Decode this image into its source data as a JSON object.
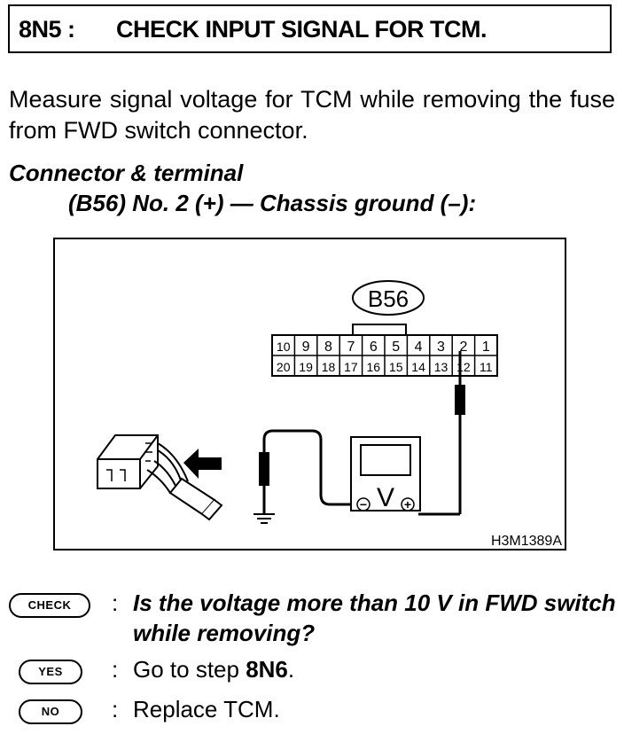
{
  "header": {
    "step_id": "8N5 :",
    "title": "CHECK INPUT SIGNAL FOR TCM."
  },
  "instruction": "Measure signal voltage for TCM while removing the fuse from FWD switch connector.",
  "connector": {
    "heading": "Connector & terminal",
    "detail": "(B56) No. 2 (+) — Chassis ground (–):"
  },
  "diagram": {
    "connector_label": "B56",
    "top_row_pins": [
      "10",
      "9",
      "8",
      "7",
      "6",
      "5",
      "4",
      "3",
      "2",
      "1"
    ],
    "bottom_row_pins": [
      "20",
      "19",
      "18",
      "17",
      "16",
      "15",
      "14",
      "13",
      "12",
      "11"
    ],
    "meter_symbol": "V",
    "minus_symbol": "−",
    "plus_symbol": "+",
    "figure_code": "H3M1389A",
    "icons": [
      "connector-icon",
      "arrow-icon",
      "ground-icon",
      "voltmeter-icon",
      "probe-icon"
    ]
  },
  "questions": {
    "check_label": "CHECK",
    "check_text": "Is the voltage more than 10 V in FWD switch while removing?",
    "yes_label": "YES",
    "yes_prefix": "Go to step ",
    "yes_step": "8N6",
    "yes_suffix": ".",
    "no_label": "NO",
    "no_text": "Replace TCM.",
    "colon": ":"
  }
}
